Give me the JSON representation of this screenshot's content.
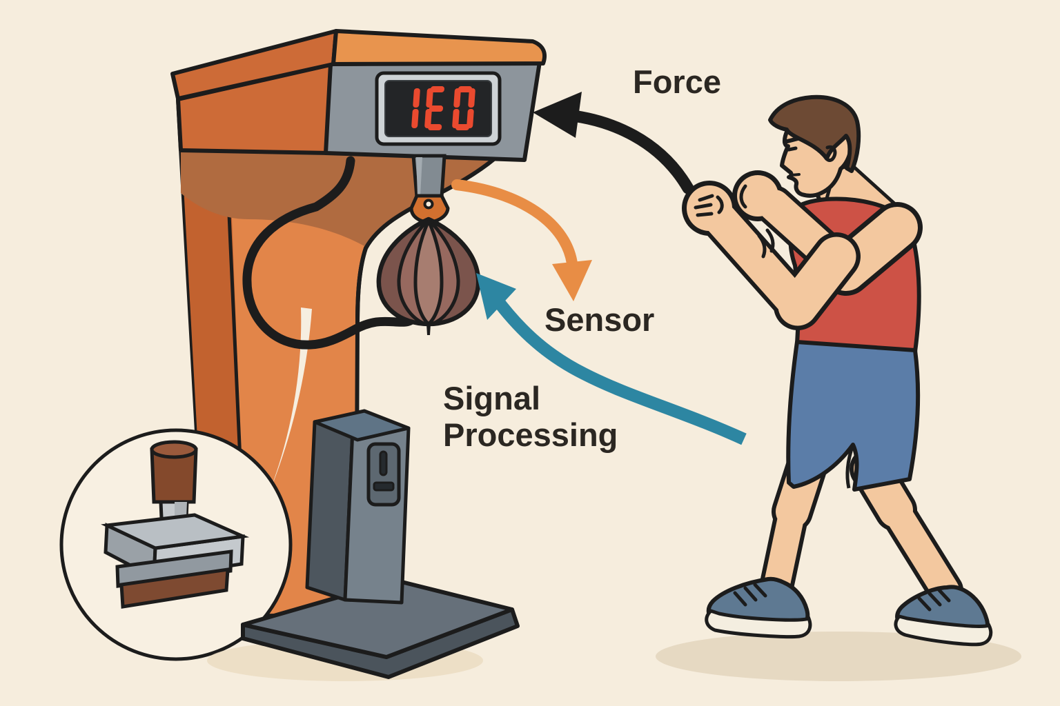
{
  "labels": {
    "force": "Force",
    "sensor": "Sensor",
    "signal_line1": "Signal",
    "signal_line2": "Processing"
  },
  "display": {
    "value": "1E0",
    "digit_color": "#ea4a2f",
    "screen_color": "#232527",
    "bezel_color": "#ced3d6",
    "panel_color": "#8d959c"
  },
  "arrows": [
    {
      "name": "force-arrow",
      "color": "#1c1c1c",
      "label": "Force"
    },
    {
      "name": "sensor-arrow",
      "color": "#e88d45",
      "label": "Sensor"
    },
    {
      "name": "signal-processing-arrow",
      "color": "#2d86a2",
      "label": "Signal Processing"
    }
  ],
  "colors": {
    "background": "#f6eddd",
    "outline": "#1c1c1c",
    "text": "#2b2722",
    "machine_orange_dark": "#cd6b37",
    "machine_orange_lid": "#e8944e",
    "machine_column": "#e28549",
    "machine_column_shadow": "#b06b40",
    "machine_left_face": "#c2622f",
    "panel_gray": "#8d959c",
    "pedestal_gray": "#76828c",
    "pedestal_dark": "#4d565e",
    "base_gray": "#66707a",
    "bag_brown_dark": "#7b544c",
    "bag_brown_mid": "#97695f",
    "bag_brown_light": "#a77d70",
    "swivel_orange": "#d2702f",
    "inset_fill": "#f8f0e2",
    "load_cell_brown": "#84492c",
    "load_cell_gray": "#b9bfc4",
    "skin": "#f3c89f",
    "hair": "#6d4a34",
    "shirt_red": "#cd5246",
    "shorts_blue": "#5b7da8",
    "shoe_blue": "#5e7992",
    "shadow_beige": "#e3d5bd"
  }
}
